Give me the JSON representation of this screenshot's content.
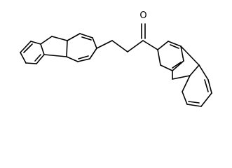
{
  "diagram": {
    "type": "skeletal-structure",
    "atom_labels": [
      {
        "id": "carbonyl-oxygen",
        "text": "O"
      }
    ],
    "colors": {
      "bond": "#000000",
      "background": "#ffffff"
    }
  }
}
